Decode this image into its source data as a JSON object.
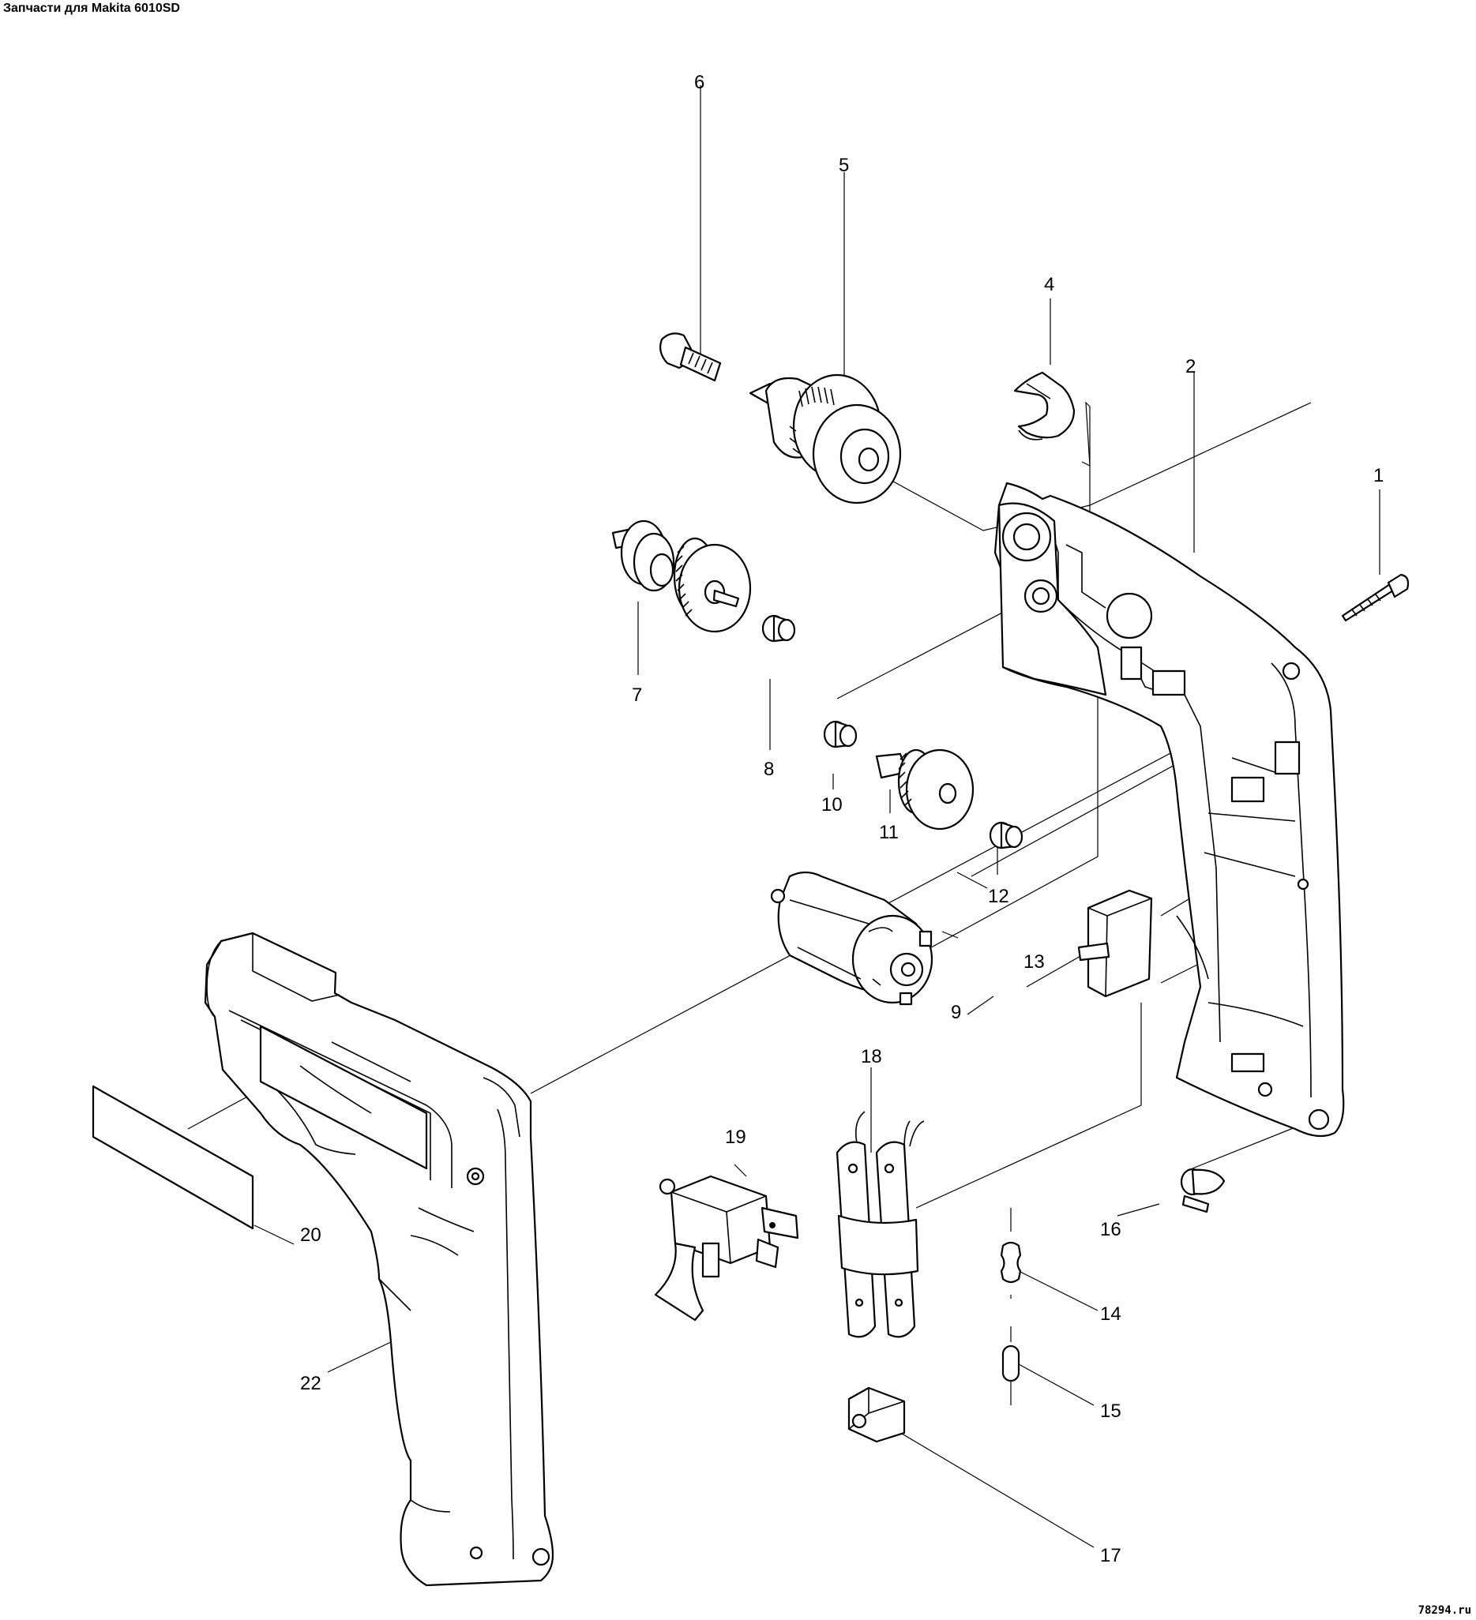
{
  "title": "Запчасти для Makita 6010SD",
  "watermark": "78294.ru",
  "parts": {
    "p1": "1",
    "p2": "2",
    "p4": "4",
    "p5": "5",
    "p6": "6",
    "p7": "7",
    "p8": "8",
    "p9": "9",
    "p10": "10",
    "p11": "11",
    "p12": "12",
    "p13": "13",
    "p14": "14",
    "p15": "15",
    "p16": "16",
    "p17": "17",
    "p18": "18",
    "p19": "19",
    "p20": "20",
    "p22": "22"
  }
}
